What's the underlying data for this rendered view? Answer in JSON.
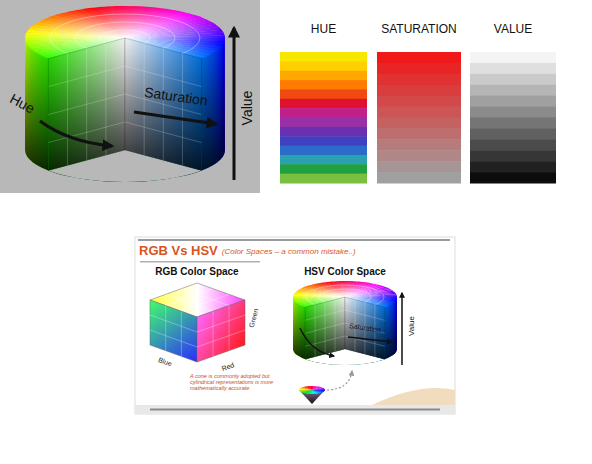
{
  "diagram": {
    "nodes": [
      {
        "text": [
          "HUE"
        ]
      },
      {
        "text": [
          "SATURATION"
        ]
      },
      {
        "text": [
          "VALUE"
        ]
      }
    ],
    "labels": [
      "Hue",
      "Saturation",
      "Value",
      "RGB Vs HSV",
      "(Color Spaces – a common mistake..)",
      "RGB Color Space",
      "HSV Color Space",
      "Blue",
      "Green",
      "Red",
      "Saturation",
      "Value",
      "A cone is commonly adopted but cylindrical representations is more mathematically accurate"
    ]
  }
}
